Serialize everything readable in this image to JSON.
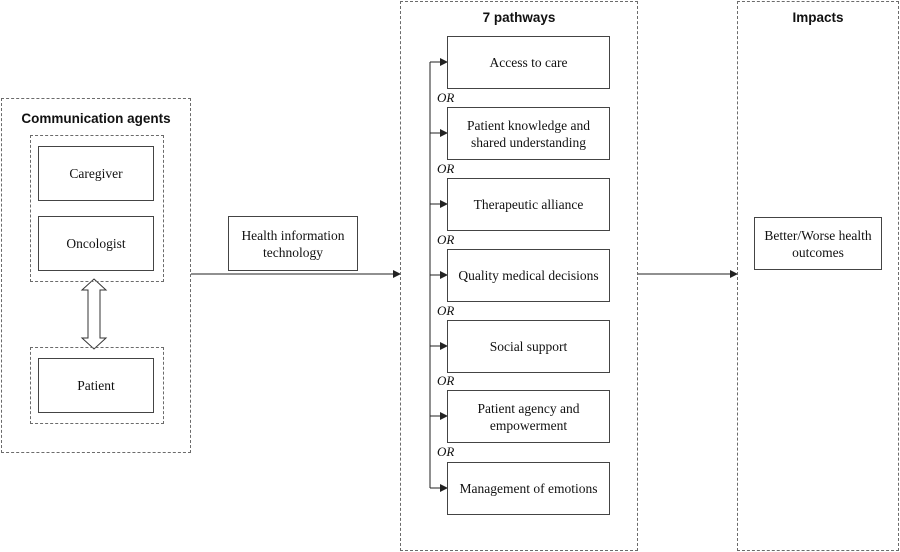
{
  "agents": {
    "heading": "Communication agents",
    "caregiver": "Caregiver",
    "oncologist": "Oncologist",
    "patient": "Patient"
  },
  "hit": {
    "label": "Health information technology"
  },
  "pathways": {
    "heading": "7 pathways",
    "items": [
      "Access to care",
      "Patient knowledge and shared understanding",
      "Therapeutic alliance",
      "Quality medical decisions",
      "Social support",
      "Patient agency and empowerment",
      "Management of emotions"
    ],
    "connector": "OR"
  },
  "impacts": {
    "heading": "Impacts",
    "outcome": "Better/Worse health outcomes"
  }
}
